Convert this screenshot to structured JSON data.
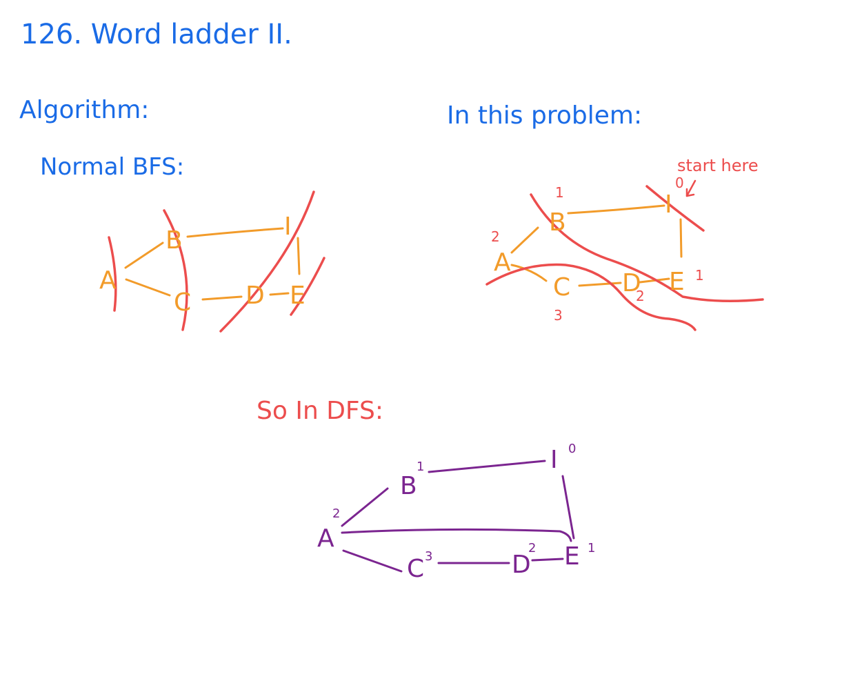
{
  "title": "126. Word ladder II.",
  "left_section": {
    "heading": "Algorithm:",
    "subheading": "Normal BFS:",
    "nodes": {
      "A": "A",
      "B": "B",
      "C": "C",
      "D": "D",
      "E": "E",
      "I": "I"
    }
  },
  "right_section": {
    "heading": "In this problem:",
    "annotation": "start here",
    "nodes": {
      "A": "A",
      "B": "B",
      "C": "C",
      "D": "D",
      "E": "E",
      "I": "I"
    },
    "levels": {
      "I": "0",
      "B": "1",
      "E": "1",
      "A": "2",
      "D": "2",
      "C": "3"
    }
  },
  "bottom_section": {
    "heading": "So In DFS:",
    "nodes": {
      "A": "A",
      "B": "B",
      "C": "C",
      "D": "D",
      "E": "E",
      "I": "I"
    },
    "levels": {
      "I": "0",
      "B": "1",
      "E": "1",
      "A": "2",
      "D": "2",
      "C": "3"
    }
  },
  "colors": {
    "heading": "#1a6be6",
    "bfs_level_line": "#ec4d4d",
    "bfs_graph": "#f29b2a",
    "dfs_graph": "#7b2590"
  }
}
